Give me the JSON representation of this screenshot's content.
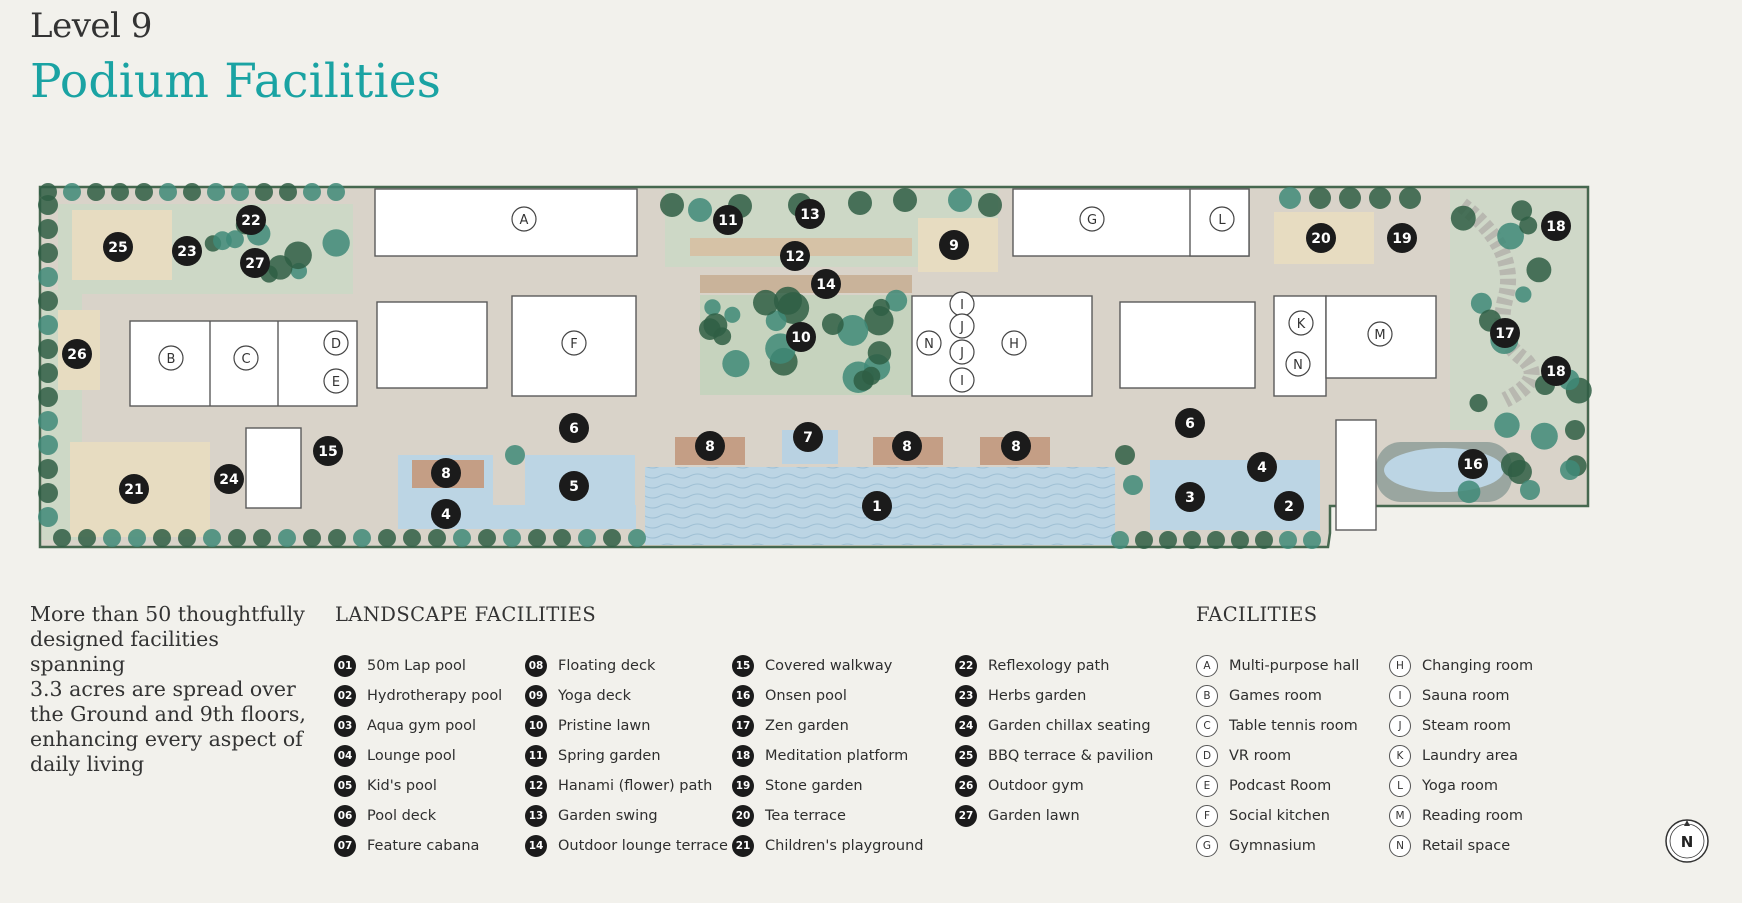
{
  "header": {
    "level": "Level 9",
    "title": "Podium Facilities"
  },
  "intro_text": "More than 50 thoughtfully\ndesigned facilities spanning\n3.3 acres are spread over\nthe Ground and 9th floors,\nenhancing every aspect of\ndaily living",
  "landscape": {
    "heading": "LANDSCAPE FACILITIES",
    "items": [
      {
        "num": "01",
        "label": "50m Lap pool"
      },
      {
        "num": "02",
        "label": "Hydrotherapy pool"
      },
      {
        "num": "03",
        "label": "Aqua gym pool"
      },
      {
        "num": "04",
        "label": "Lounge pool"
      },
      {
        "num": "05",
        "label": "Kid's pool"
      },
      {
        "num": "06",
        "label": "Pool deck"
      },
      {
        "num": "07",
        "label": "Feature cabana"
      },
      {
        "num": "08",
        "label": "Floating deck"
      },
      {
        "num": "09",
        "label": "Yoga deck"
      },
      {
        "num": "10",
        "label": "Pristine lawn"
      },
      {
        "num": "11",
        "label": "Spring garden"
      },
      {
        "num": "12",
        "label": "Hanami (flower) path"
      },
      {
        "num": "13",
        "label": "Garden swing"
      },
      {
        "num": "14",
        "label": "Outdoor lounge terrace"
      },
      {
        "num": "15",
        "label": "Covered walkway"
      },
      {
        "num": "16",
        "label": "Onsen pool"
      },
      {
        "num": "17",
        "label": "Zen garden"
      },
      {
        "num": "18",
        "label": "Meditation platform"
      },
      {
        "num": "19",
        "label": "Stone garden"
      },
      {
        "num": "20",
        "label": "Tea terrace"
      },
      {
        "num": "21",
        "label": "Children's playground"
      },
      {
        "num": "22",
        "label": "Reflexology path"
      },
      {
        "num": "23",
        "label": "Herbs garden"
      },
      {
        "num": "24",
        "label": "Garden chillax seating"
      },
      {
        "num": "25",
        "label": "BBQ terrace & pavilion"
      },
      {
        "num": "26",
        "label": "Outdoor gym"
      },
      {
        "num": "27",
        "label": "Garden lawn"
      }
    ]
  },
  "facilities": {
    "heading": "FACILITIES",
    "items": [
      {
        "code": "A",
        "label": "Multi-purpose hall"
      },
      {
        "code": "B",
        "label": "Games room"
      },
      {
        "code": "C",
        "label": "Table tennis room"
      },
      {
        "code": "D",
        "label": "VR room"
      },
      {
        "code": "E",
        "label": "Podcast Room"
      },
      {
        "code": "F",
        "label": "Social kitchen"
      },
      {
        "code": "G",
        "label": "Gymnasium"
      },
      {
        "code": "H",
        "label": "Changing room"
      },
      {
        "code": "I",
        "label": "Sauna room"
      },
      {
        "code": "J",
        "label": "Steam room"
      },
      {
        "code": "K",
        "label": "Laundry area"
      },
      {
        "code": "L",
        "label": "Yoga room"
      },
      {
        "code": "M",
        "label": "Reading room"
      },
      {
        "code": "N",
        "label": "Retail space"
      }
    ]
  },
  "map_markers": {
    "numbers": [
      "1",
      "2",
      "3",
      "4",
      "4",
      "5",
      "6",
      "6",
      "7",
      "8",
      "8",
      "8",
      "8",
      "9",
      "10",
      "11",
      "12",
      "13",
      "14",
      "15",
      "16",
      "17",
      "18",
      "18",
      "19",
      "20",
      "21",
      "22",
      "23",
      "24",
      "25",
      "26",
      "27"
    ],
    "letters": [
      "A",
      "B",
      "C",
      "D",
      "E",
      "F",
      "G",
      "H",
      "I",
      "J",
      "J",
      "I",
      "K",
      "L",
      "M",
      "N",
      "N"
    ]
  },
  "compass_label": "N",
  "colors": {
    "accent": "#1aa3a3",
    "background": "#f2f1ec",
    "deck": "#dcd6cc",
    "water": "#b9d3e3",
    "lawn": "#cfd9c6",
    "terrace": "#e8dcc0",
    "building": "#ffffff",
    "tree_dark": "#2f5e44",
    "tree_teal": "#3f8a78",
    "marker": "#1b1b1b"
  },
  "icons": [
    "north-compass-icon"
  ]
}
